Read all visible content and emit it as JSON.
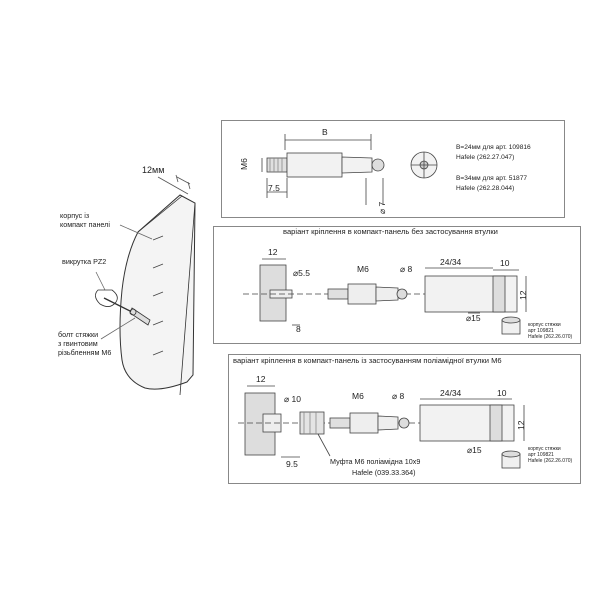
{
  "overview": {
    "thickness": "12мм",
    "label_body": "корпус із\nкомпакт панелі",
    "label_screwdriver": "викрутка PZ2",
    "label_bolt": "болт стяжки\nз гвинтовим\nрізьбленням М6"
  },
  "top_panel": {
    "dim_B": "B",
    "dim_M6": "M6",
    "dim_75": "7.5",
    "dim_d7": "⌀ 7",
    "note1_line1": "B=24мм для арт. 109816",
    "note1_line2": "Hafele (262.27.047)",
    "note2_line1": "B=34мм для арт. 51877",
    "note2_line2": "Hafele (262.28.044)"
  },
  "panel_a": {
    "title": "варіант кріплення в компакт-панель без застосування втулки",
    "dim_12": "12",
    "dim_d55": "⌀5.5",
    "dim_M6": "M6",
    "dim_d8": "⌀ 8",
    "dim_2434": "24/34",
    "dim_10": "10",
    "dim_12v": "12",
    "dim_8": "8",
    "dim_d15": "⌀15",
    "caption": "корпус стяжки\nарт 109821\nHafele (262.26.070)"
  },
  "panel_b": {
    "title": "варіант кріплення в компакт-панель із застосуванням поліамідної втулки М6",
    "dim_12": "12",
    "dim_d10": "⌀ 10",
    "dim_M6": "M6",
    "dim_d8": "⌀ 8",
    "dim_2434": "24/34",
    "dim_10": "10",
    "dim_12v": "12",
    "dim_95": "9.5",
    "dim_d15": "⌀15",
    "sleeve_line1": "Муфта М6 поліамідна 10х9",
    "sleeve_line2": "Hafele (039.33.364)",
    "caption": "корпус стяжки\nарт 109821\nHafele (262.26.070)"
  }
}
